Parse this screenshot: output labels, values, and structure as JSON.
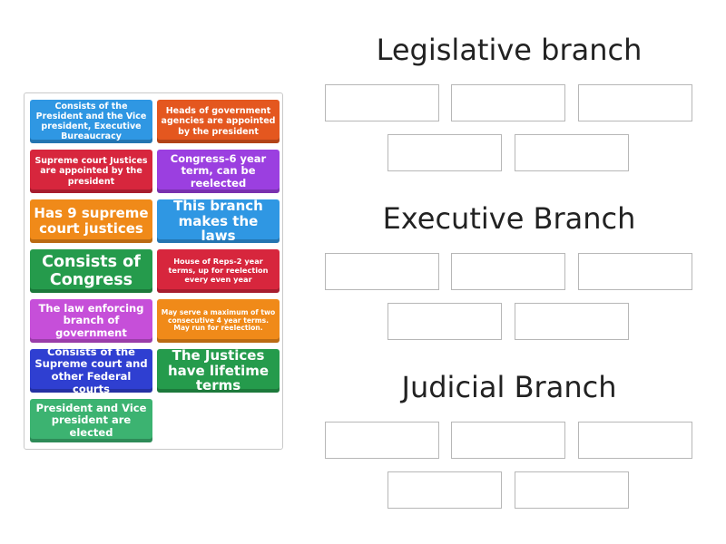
{
  "cards": [
    {
      "text": "Consists of the President and the Vice president, Executive Bureaucracy",
      "color": "#2f97e3"
    },
    {
      "text": "Heads of government agencies are appointed by the president",
      "color": "#e4571f"
    },
    {
      "text": "Supreme court Justices are appointed by the president",
      "color": "#d7263d"
    },
    {
      "text": "Congress-6 year term, can be reelected",
      "color": "#9b3fe0"
    },
    {
      "text": "Has 9 supreme court justices",
      "color": "#f08a19"
    },
    {
      "text": "This branch makes the laws",
      "color": "#2f97e3"
    },
    {
      "text": "Consists of Congress",
      "color": "#259b4c"
    },
    {
      "text": "House of Reps-2 year terms, up for reelection every even year",
      "color": "#d7263d"
    },
    {
      "text": "The law enforcing branch of government",
      "color": "#c64fd9"
    },
    {
      "text": "May serve a maximum of two consecutive 4 year terms. May run for reelection.",
      "color": "#f08a19"
    },
    {
      "text": "Consists of the Supreme court and other Federal courts",
      "color": "#2f3fd1"
    },
    {
      "text": "The Justices have lifetime terms",
      "color": "#259b4c"
    },
    {
      "text": "President and Vice president are elected",
      "color": "#3cb371"
    }
  ],
  "groups": [
    {
      "title": "Legislative branch"
    },
    {
      "title": "Executive Branch"
    },
    {
      "title": "Judicial Branch"
    }
  ]
}
